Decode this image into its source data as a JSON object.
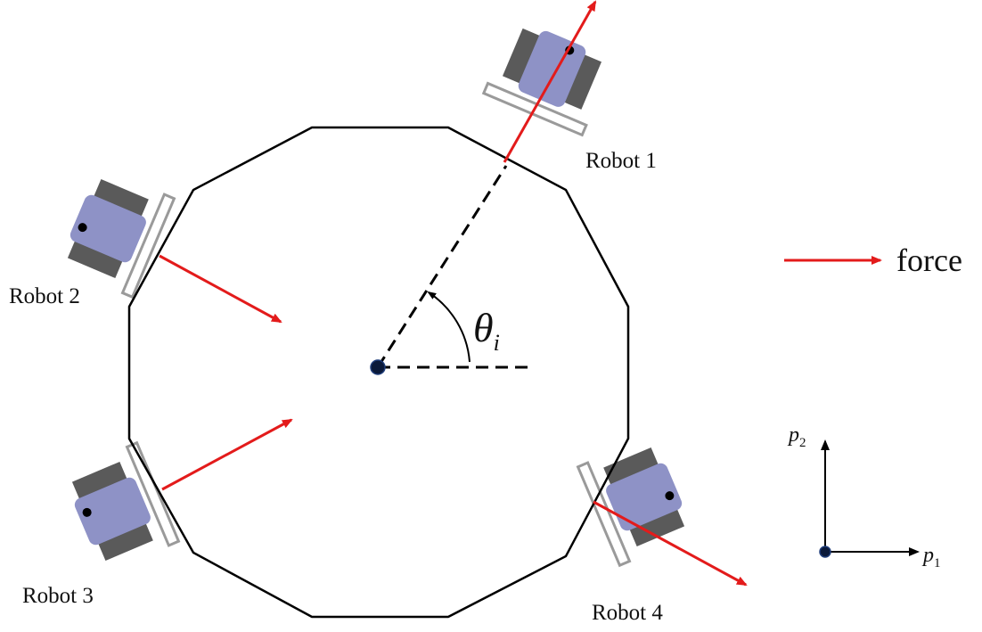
{
  "diagram": {
    "robots": [
      {
        "label": "Robot 1"
      },
      {
        "label": "Robot 2"
      },
      {
        "label": "Robot 3"
      },
      {
        "label": "Robot 4"
      }
    ],
    "angle_label": {
      "symbol": "θ",
      "subscript": "i"
    },
    "legend": {
      "label": "force"
    },
    "axes": {
      "p1": {
        "symbol": "p",
        "subscript": "1"
      },
      "p2": {
        "symbol": "p",
        "subscript": "2"
      }
    },
    "colors": {
      "force_arrow": "#e31b1b",
      "robot_body": "#8e92c6",
      "robot_wheel": "#5a5a5a",
      "outline": "#000000",
      "center_dot": "#0b1a3a"
    }
  }
}
